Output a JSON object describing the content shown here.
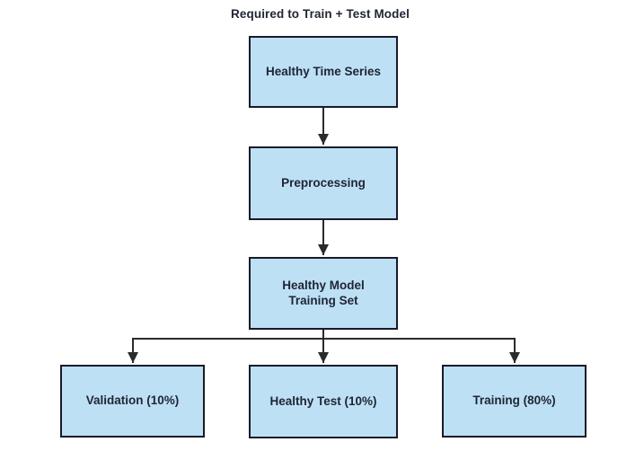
{
  "title": "Required to Train + Test Model",
  "colors": {
    "background": "#ffffff",
    "box_fill": "#bde0f5",
    "box_border": "#1a1a28",
    "arrow": "#2b2b2b",
    "text": "#1f2533"
  },
  "nodes": [
    {
      "id": "healthy-time-series",
      "label": "Healthy Time Series"
    },
    {
      "id": "preprocessing",
      "label": "Preprocessing"
    },
    {
      "id": "healthy-model-training-set",
      "label": "Healthy Model Training Set"
    },
    {
      "id": "validation",
      "label": "Validation (10%)"
    },
    {
      "id": "healthy-test",
      "label": "Healthy Test (10%)"
    },
    {
      "id": "training",
      "label": "Training (80%)"
    }
  ],
  "edges": [
    {
      "from": "healthy-time-series",
      "to": "preprocessing"
    },
    {
      "from": "preprocessing",
      "to": "healthy-model-training-set"
    },
    {
      "from": "healthy-model-training-set",
      "to": "validation"
    },
    {
      "from": "healthy-model-training-set",
      "to": "healthy-test"
    },
    {
      "from": "healthy-model-training-set",
      "to": "training"
    }
  ]
}
